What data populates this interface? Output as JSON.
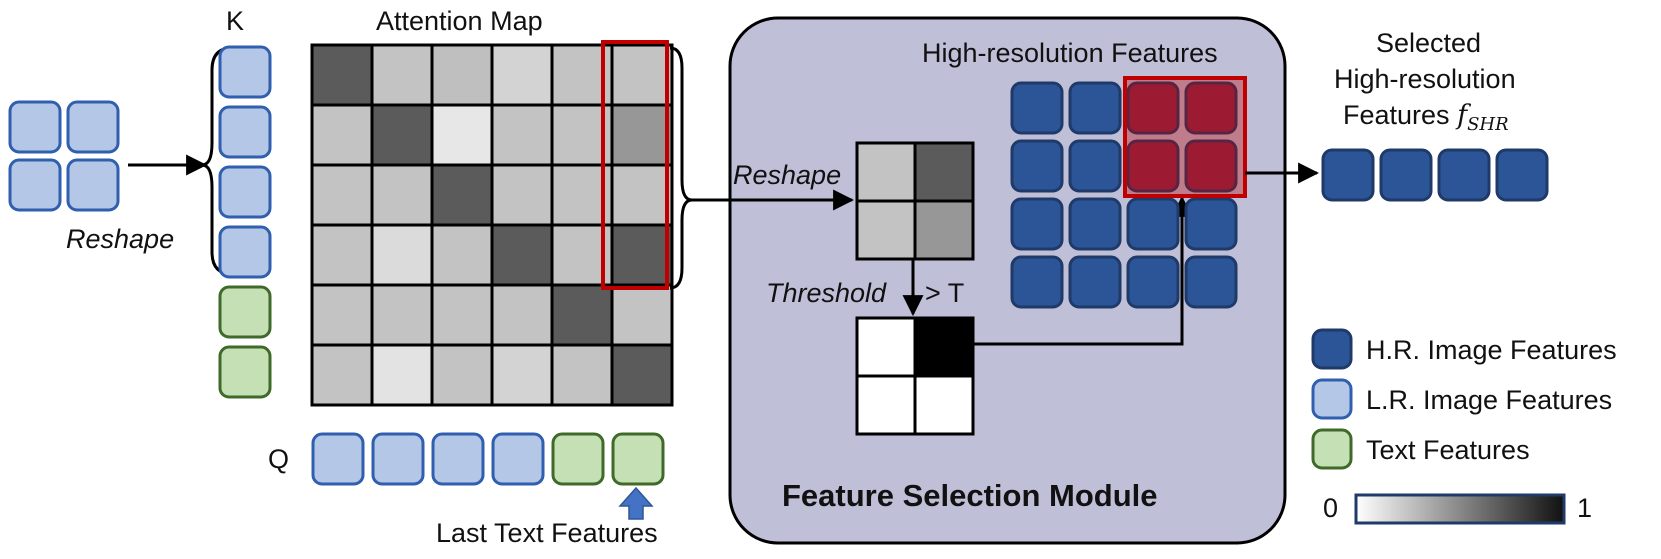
{
  "labels": {
    "k": "K",
    "q": "Q",
    "attention_map": "Attention Map",
    "reshape_left": "Reshape",
    "reshape_mid": "Reshape",
    "threshold": "Threshold",
    "threshold_op": "> T",
    "last_text_features": "Last Text Features",
    "hr_features": "High-resolution Features",
    "selected_line1": "Selected",
    "selected_line2": "High-resolution",
    "selected_line3": "Features",
    "selected_symbol": "f",
    "selected_subscript": "SHR",
    "module_title": "Feature Selection Module",
    "scale_min": "0",
    "scale_max": "1"
  },
  "legend": [
    {
      "label": "H.R. Image Features",
      "type": "hr"
    },
    {
      "label": "L.R. Image Features",
      "type": "lr"
    },
    {
      "label": "Text Features",
      "type": "text"
    }
  ],
  "colors": {
    "hr_fill": "#2c5597",
    "hr_stroke": "#1f3a68",
    "lr_fill": "#b4c7e7",
    "lr_stroke": "#2f5fae",
    "text_fill": "#c5e0b4",
    "text_stroke": "#3f6a2a",
    "module_bg": "#bfc0d8",
    "highlight": "#c00000",
    "highlight_fill": "#8a2a4e"
  },
  "k_tokens": [
    "lr",
    "lr",
    "lr",
    "lr",
    "text",
    "text"
  ],
  "q_tokens": [
    "lr",
    "lr",
    "lr",
    "lr",
    "text",
    "text"
  ],
  "attention_map": [
    [
      0.82,
      0.3,
      0.32,
      0.22,
      0.3,
      0.3
    ],
    [
      0.3,
      0.82,
      0.12,
      0.3,
      0.3,
      0.52
    ],
    [
      0.3,
      0.3,
      0.82,
      0.3,
      0.3,
      0.3
    ],
    [
      0.3,
      0.18,
      0.3,
      0.82,
      0.3,
      0.82
    ],
    [
      0.3,
      0.3,
      0.3,
      0.3,
      0.82,
      0.3
    ],
    [
      0.3,
      0.14,
      0.3,
      0.22,
      0.3,
      0.82
    ]
  ],
  "reshaped_map": [
    [
      0.3,
      0.82
    ],
    [
      0.3,
      0.52
    ]
  ],
  "threshold_map": [
    [
      0,
      1
    ],
    [
      0,
      0
    ]
  ],
  "hr_grid_highlight": [
    [
      0,
      2
    ],
    [
      0,
      3
    ],
    [
      1,
      2
    ],
    [
      1,
      3
    ]
  ]
}
